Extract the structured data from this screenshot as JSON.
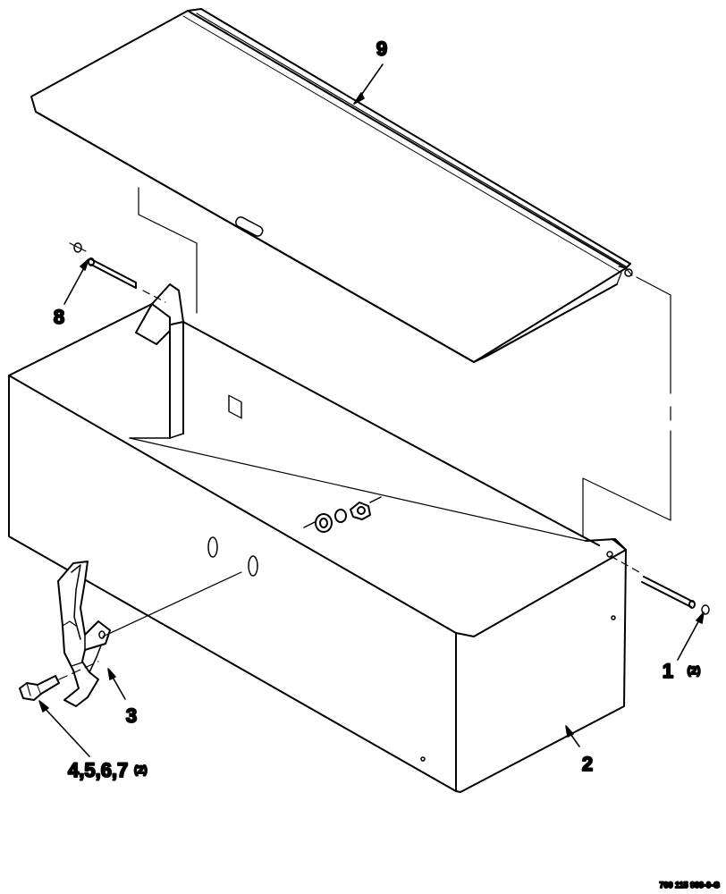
{
  "callouts": {
    "item1": {
      "num": "1",
      "qty": "(2)"
    },
    "item2": {
      "num": "2"
    },
    "item3": {
      "num": "3"
    },
    "item4567": {
      "num": "4,5,6,7",
      "qty": "(2)"
    },
    "item8": {
      "num": "8"
    },
    "item9": {
      "num": "9"
    }
  },
  "figure_id": "700 115 909-0-G",
  "colors": {
    "line": "#000000",
    "fill": "#ffffff"
  }
}
